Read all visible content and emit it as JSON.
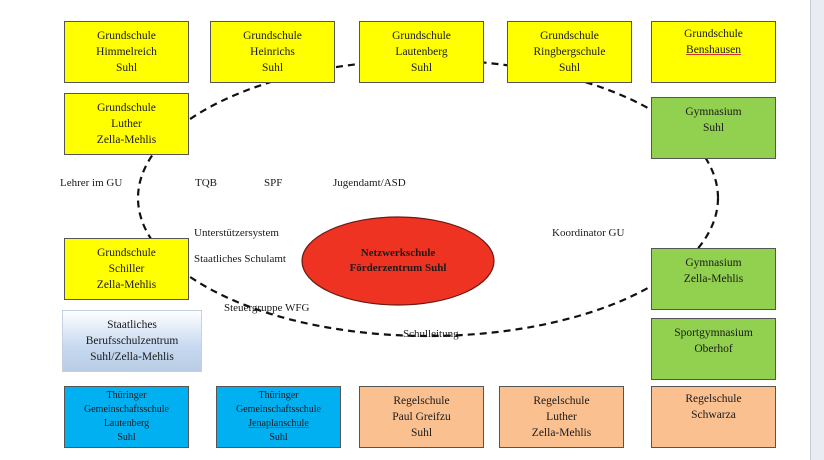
{
  "top_row": [
    {
      "lines": [
        "Grundschule",
        "Himmelreich",
        "Suhl"
      ]
    },
    {
      "lines": [
        "Grundschule",
        "Heinrichs",
        "Suhl"
      ]
    },
    {
      "lines": [
        "Grundschule",
        "Lautenberg",
        "Suhl"
      ]
    },
    {
      "lines": [
        "Grundschule",
        "Ringbergschule",
        "Suhl"
      ]
    },
    {
      "lines": [
        "Grundschule",
        "Benshausen"
      ]
    }
  ],
  "left_column": {
    "luther": {
      "lines": [
        "Grundschule",
        "Luther",
        "Zella-Mehlis"
      ]
    },
    "schiller": {
      "lines": [
        "Grundschule",
        "Schiller",
        "Zella-Mehlis"
      ]
    },
    "berufsschule": {
      "lines": [
        "Staatliches",
        "Berufsschulzentrum",
        "Suhl/Zella-Mehlis"
      ]
    }
  },
  "right_column": {
    "gym_suhl": {
      "lines": [
        "Gymnasium",
        "Suhl"
      ]
    },
    "gym_zm": {
      "lines": [
        "Gymnasium",
        "Zella-Mehlis"
      ]
    },
    "sportgym": {
      "lines": [
        "Sportgymnasium",
        "Oberhof"
      ]
    }
  },
  "bottom_row": [
    {
      "lines": [
        "Thüringer",
        "Gemeinschaftsschule",
        "Lautenberg",
        "Suhl"
      ]
    },
    {
      "lines": [
        "Thüringer",
        "Gemeinschaftsschule",
        "Jenaplanschule",
        "Suhl"
      ]
    },
    {
      "lines": [
        "Regelschule",
        "Paul Greifzu",
        "Suhl"
      ]
    },
    {
      "lines": [
        "Regelschule",
        "Luther",
        "Zella-Mehlis"
      ]
    },
    {
      "lines": [
        "Regelschule",
        "Schwarza"
      ]
    }
  ],
  "center": {
    "line1": "Netzwerkschule",
    "line2": "Förderzentrum Suhl"
  },
  "labels": {
    "lehrer": "Lehrer im GU",
    "tqb": "TQB",
    "spf": "SPF",
    "jugendamt": "Jugendamt/ASD",
    "unterstuetzer": "Unterstützersystem",
    "schulamt": "Staatliches Schulamt",
    "koordinator": "Koordinator GU",
    "steuergruppe": "Steuergruppe WFG",
    "schulleitung": "Schulleitung"
  },
  "colors": {
    "yellow": "#ffff00",
    "green": "#92d050",
    "blue": "#00b0f0",
    "peach": "#fac090",
    "center": "#ee3322"
  }
}
